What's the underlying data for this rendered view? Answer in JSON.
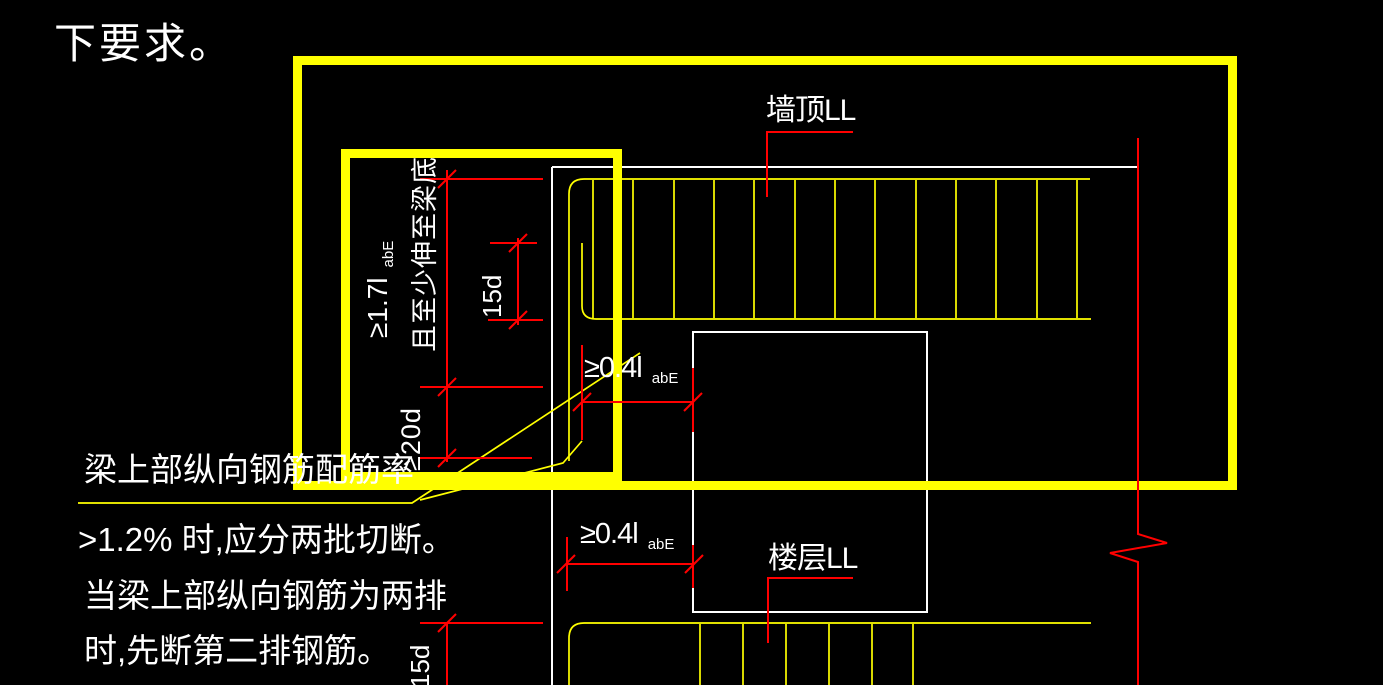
{
  "note_top": "下要求。",
  "beam_labels": {
    "wall_top": "墙顶LL",
    "floor": "楼层LL"
  },
  "dimensions": {
    "anchor_vertical": "≥1.7l",
    "anchor_vertical_sub": "abE",
    "anchor_vertical_note": "且至少伸至梁底",
    "hook_top": "15d",
    "cutoff_extra": "≥20d",
    "dev_len_top": "≥0.4l",
    "dev_len_top_sub": "abE",
    "dev_len_bottom": "≥0.4l",
    "dev_len_bottom_sub": "abE",
    "hook_bottom": "15d"
  },
  "note_paragraph": [
    "梁上部纵向钢筋配筋率",
    ">1.2%  时,应分两批切断。",
    "当梁上部纵向钢筋为两排",
    "时,先断第二排钢筋。"
  ],
  "colors": {
    "background": "#000000",
    "highlight_box": "#ffff00",
    "rebar_lines": "#ffff00",
    "dimension_lines": "#ff0000",
    "outline_lines": "#ffffff",
    "text": "#ffffff"
  }
}
